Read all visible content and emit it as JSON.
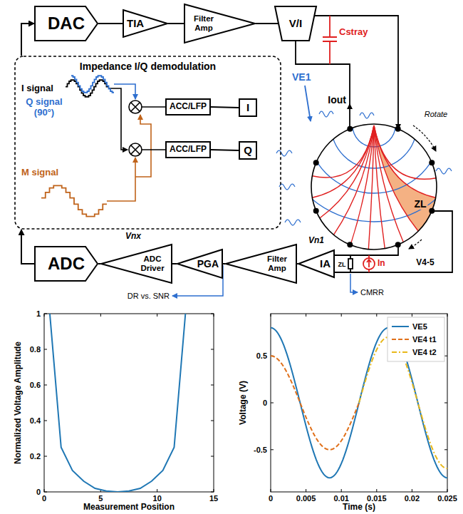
{
  "diagram": {
    "nodes": [
      {
        "text": [
          "DAC"
        ]
      },
      {
        "text": [
          "TIA"
        ]
      },
      {
        "text": [
          "Filter Amp"
        ]
      },
      {
        "text": [
          "V/I"
        ]
      },
      {
        "text": [
          "ADC"
        ]
      },
      {
        "text": [
          "ADC Driver"
        ]
      },
      {
        "text": [
          "PGA"
        ]
      },
      {
        "text": [
          "Filter Amp"
        ]
      },
      {
        "text": [
          "IA"
        ]
      },
      {
        "text": [
          "Impedance I/Q demodulation"
        ]
      },
      {
        "text": [
          "ACC/LFP"
        ],
        "in": 9
      },
      {
        "text": [
          "ACC/LFP"
        ],
        "in": 9
      },
      {
        "text": [
          "I"
        ],
        "in": 9
      },
      {
        "text": [
          "Q"
        ],
        "in": 9
      }
    ],
    "edges": [
      {
        "from": 0,
        "to": 1,
        "arrow": "none"
      },
      {
        "from": 1,
        "to": 2,
        "arrow": "none"
      },
      {
        "from": 2,
        "to": 3,
        "arrow": "none"
      },
      {
        "from": 8,
        "to": 7,
        "arrow": "none"
      },
      {
        "from": 7,
        "to": 6,
        "arrow": "none"
      },
      {
        "from": 6,
        "to": 5,
        "arrow": "none"
      },
      {
        "from": 5,
        "to": 4,
        "arrow": "none"
      },
      {
        "from": 4,
        "to": 9,
        "arrow": "to"
      },
      {
        "from": 9,
        "to": 0,
        "arrow": "to"
      },
      {
        "from": 10,
        "to": 12,
        "arrow": "none"
      },
      {
        "from": 11,
        "to": 13,
        "arrow": "none"
      }
    ],
    "labels": [
      "I signal",
      "Q signal (90°)",
      "M signal",
      "VE1",
      "Iout",
      "Cstray",
      "ZL",
      "Rotate",
      "V4-5",
      "Vnx",
      "Vn1",
      "In",
      "ZL",
      "CMRR",
      "DR vs. SNR",
      "Normalized Voltage Amplitude",
      "Measurement Position",
      "0",
      "0.2",
      "0.4",
      "0.6",
      "0.8",
      "1",
      "0",
      "5",
      "10",
      "15",
      "Voltage (V)",
      "Time (s)",
      "-0.5",
      "0",
      "0.5",
      "0",
      "0.005",
      "0.01",
      "0.015",
      "0.02",
      "0.025"
    ],
    "legend": [
      {
        "text": "VE5"
      },
      {
        "text": "VE4 t1"
      },
      {
        "text": "VE4 t2"
      }
    ]
  }
}
